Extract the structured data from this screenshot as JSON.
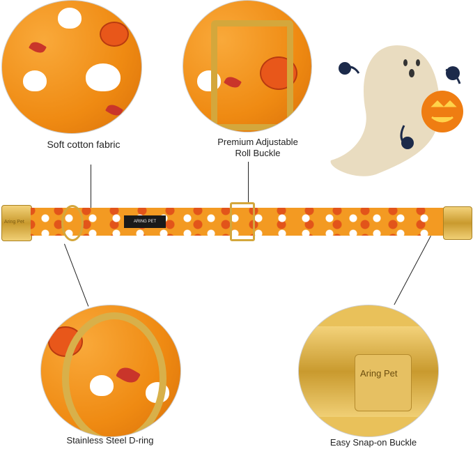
{
  "callouts": [
    {
      "label": "Soft cotton fabric"
    },
    {
      "label_line1": "Premium Adjustable",
      "label_line2": "Roll Buckle"
    },
    {
      "label": "Stainless Steel D-ring"
    },
    {
      "label": "Easy Snap-on Buckle"
    }
  ],
  "collar": {
    "buckle_engraving": "Aring Pet",
    "brand_tag": "ARING PET"
  },
  "detail_buckle_engraving": "Aring Pet",
  "colors": {
    "fabric": "#ef8a12",
    "gold": "#d4a73c",
    "ghost": "#e9dcc0",
    "leaves": "#1c2a4a"
  }
}
